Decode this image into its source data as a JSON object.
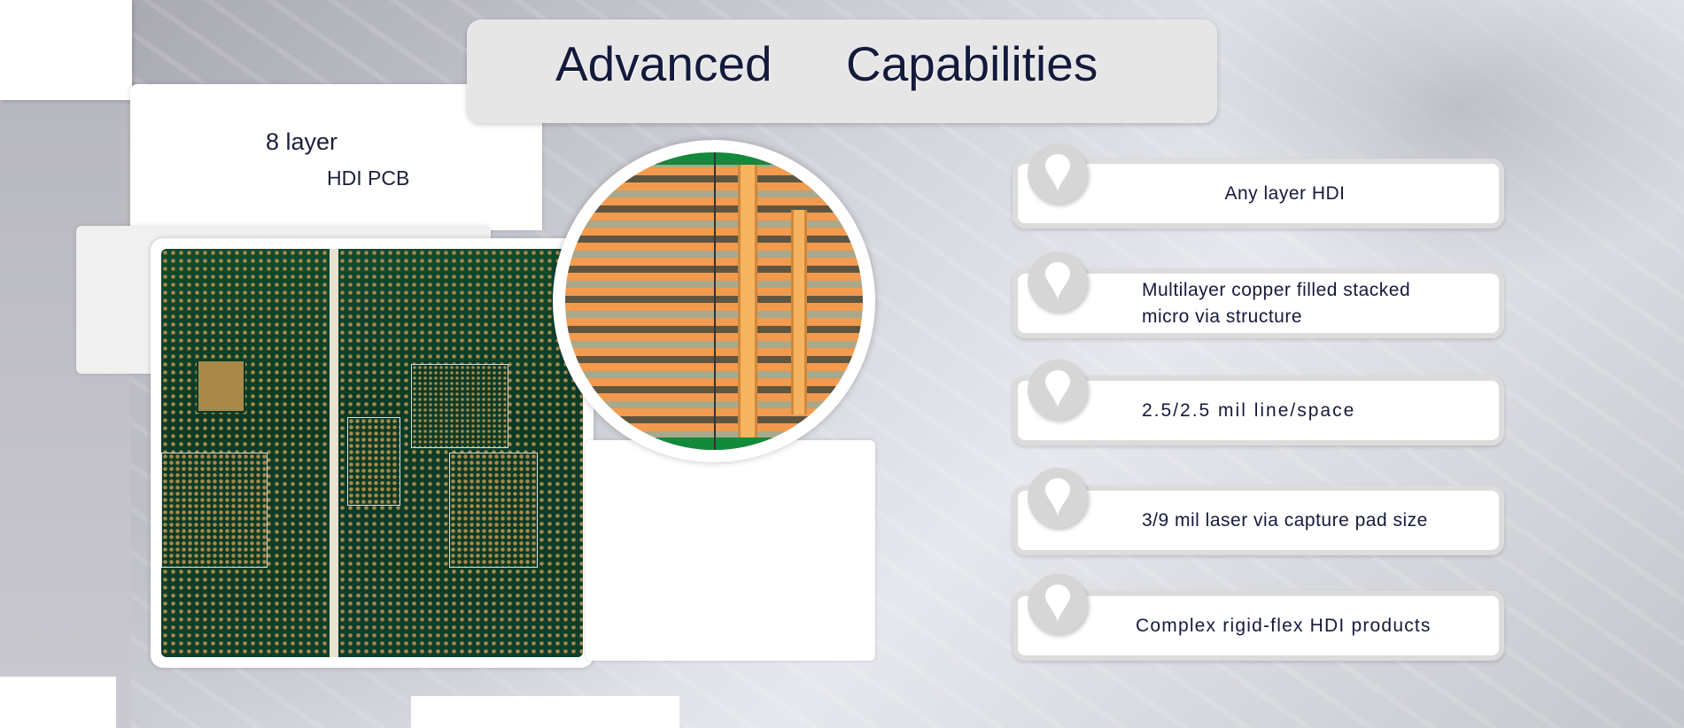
{
  "title": {
    "word1": "Advanced",
    "word2": "Capabilities"
  },
  "product": {
    "line1": "8 layer",
    "line2": "HDI PCB"
  },
  "features": [
    {
      "label": "Any layer HDI",
      "icon": "map-pin-icon"
    },
    {
      "label": "Multilayer copper filled stacked micro via structure",
      "icon": "map-pin-icon"
    },
    {
      "label": "2.5/2.5 mil line/space",
      "icon": "map-pin-icon"
    },
    {
      "label": "3/9 mil laser via capture pad size",
      "icon": "map-pin-icon"
    },
    {
      "label": "Complex rigid-flex HDI products",
      "icon": "map-pin-icon"
    }
  ],
  "colors": {
    "text": "#141a3c",
    "pcb_green": "#0b3b26",
    "copper": "#f29a4e"
  }
}
